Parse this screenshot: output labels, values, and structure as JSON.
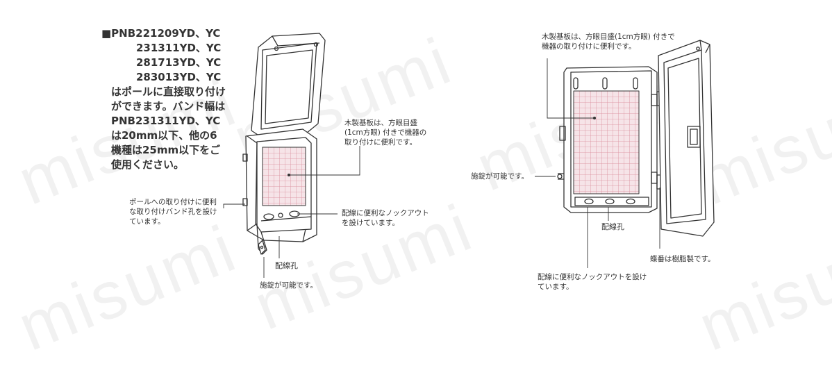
{
  "watermark": "misumi",
  "intro": {
    "lines": [
      "■PNB221209YD、YC",
      "231311YD、YC",
      "281713YD、YC",
      "283013YD、YC",
      "はポールに直接取り付け",
      "ができます。バンド幅は",
      "PNB231311YD、YC",
      "は20mm以下、他の6",
      "機種は25mm以下をご",
      "使用ください。"
    ]
  },
  "left_figure": {
    "board_note": "木製基板は、方眼目盛\n(1cm方眼) 付きで機器の\n取り付けに便利です。",
    "band_note": "ポールへの取り付けに便利\nな取り付けバンド孔を設け\nています。",
    "knockout_note": "配線に便利なノックアウト\nを設けています。",
    "wiring_hole": "配線孔",
    "lock_note": "施錠が可能です。"
  },
  "right_figure": {
    "board_note": "木製基板は、方眼目盛(1cm方眼) 付きで\n機器の取り付けに便利です。",
    "lock_note": "施錠が可能です。",
    "wiring_hole": "配線孔",
    "hinge_note": "蝶番は樹脂製です。",
    "knockout_note": "配線に便利なノックアウトを設け\nています。"
  },
  "colors": {
    "grid": "#d98a9a",
    "grid_bg": "#f6e4e8",
    "line": "#333333"
  }
}
